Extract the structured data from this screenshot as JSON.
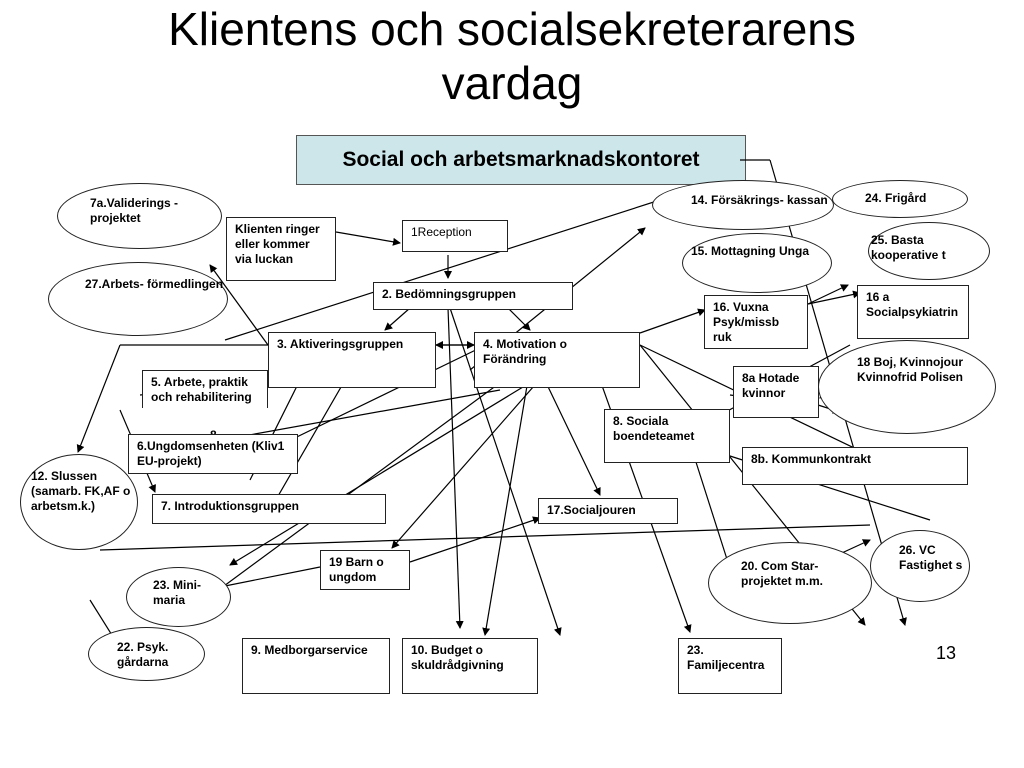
{
  "title": {
    "line1": "Klientens och socialsekreterarens",
    "line2": "vardag"
  },
  "page_number": "13",
  "header": {
    "label": "Social och arbetsmarknadskontoret",
    "color": "#cce6ea"
  },
  "nodes": {
    "n1": "Klienten ringer eller  kommer via luckan",
    "n2": "1Reception",
    "n3": "2. Bedömningsgruppen",
    "n4": "3. Aktiveringsgruppen",
    "n5": "4. Motivation o Förändring",
    "n6": "5. Arbete, praktik och rehabilitering",
    "n6b": "8",
    "n7": "6.Ungdomsenheten (Kliv1 EU-projekt)",
    "n8": "7. Introduktionsgruppen",
    "n9": "17.Socialjouren",
    "n10": "8. Sociala boendeteamet",
    "n11": "8a Hotade kvinnor",
    "n12": "8b. Kommunkontrakt",
    "n13": "16. Vuxna Psyk/missb ruk",
    "n14": "16 a Socialpsykiatrin",
    "n15": "19 Barn o ungdom",
    "n16": "9. Medborgarservice",
    "n17": "10. Budget o skuldrådgivning",
    "n18": "23. Familjecentra"
  },
  "ovals": {
    "o1": "7a.Validerings -projektet",
    "o2": "27.Arbets- förmedlingen",
    "o3": "12. Slussen (samarb. FK,AF o arbetsm.k.)",
    "o4": "23. Mini- maria",
    "o5": "22. Psyk. gårdarna",
    "o6": "14. Försäkrings- kassan",
    "o7": "24. Frigård",
    "o8": "15. Mottagning Unga",
    "o9": "25. Basta kooperative t",
    "o10": "18 Boj, Kvinnojour Kvinnofrid Polisen",
    "o11": "20. Com Star- projektet m.m.",
    "o12": "26. VC Fastighet s"
  }
}
